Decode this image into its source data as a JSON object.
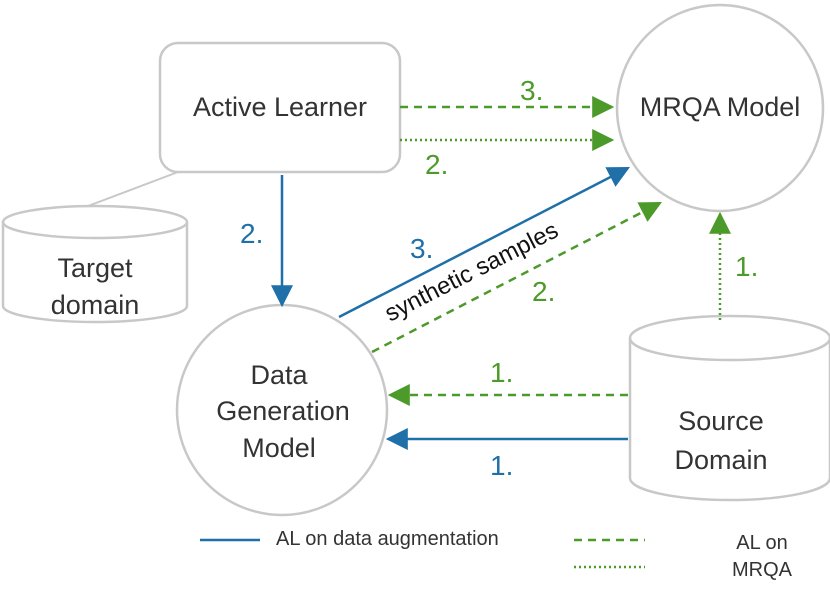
{
  "nodes": {
    "active_learner": "Active Learner",
    "mrqa_model": "MRQA Model",
    "target_domain_line1": "Target",
    "target_domain_line2": "domain",
    "data_gen_line1": "Data",
    "data_gen_line2": "Generation",
    "data_gen_line3": "Model",
    "source_domain_line1": "Source",
    "source_domain_line2": "Domain"
  },
  "edge_labels": {
    "al_to_mrqa_dashed": "3.",
    "al_to_mrqa_dotted": "2.",
    "al_to_datagen": "2.",
    "datagen_to_mrqa_solid": "3.",
    "synthetic": "synthetic samples",
    "datagen_to_mrqa_dashed": "2.",
    "source_to_mrqa": "1.",
    "source_to_datagen_dashed": "1.",
    "source_to_datagen_solid": "1."
  },
  "legend": {
    "solid": "AL on data augmentation",
    "green_line1": "AL on",
    "green_line2": "MRQA"
  },
  "colors": {
    "blue": "#1f6fa8",
    "green": "#4c9a2a",
    "node_stroke": "#c8c8c8"
  }
}
